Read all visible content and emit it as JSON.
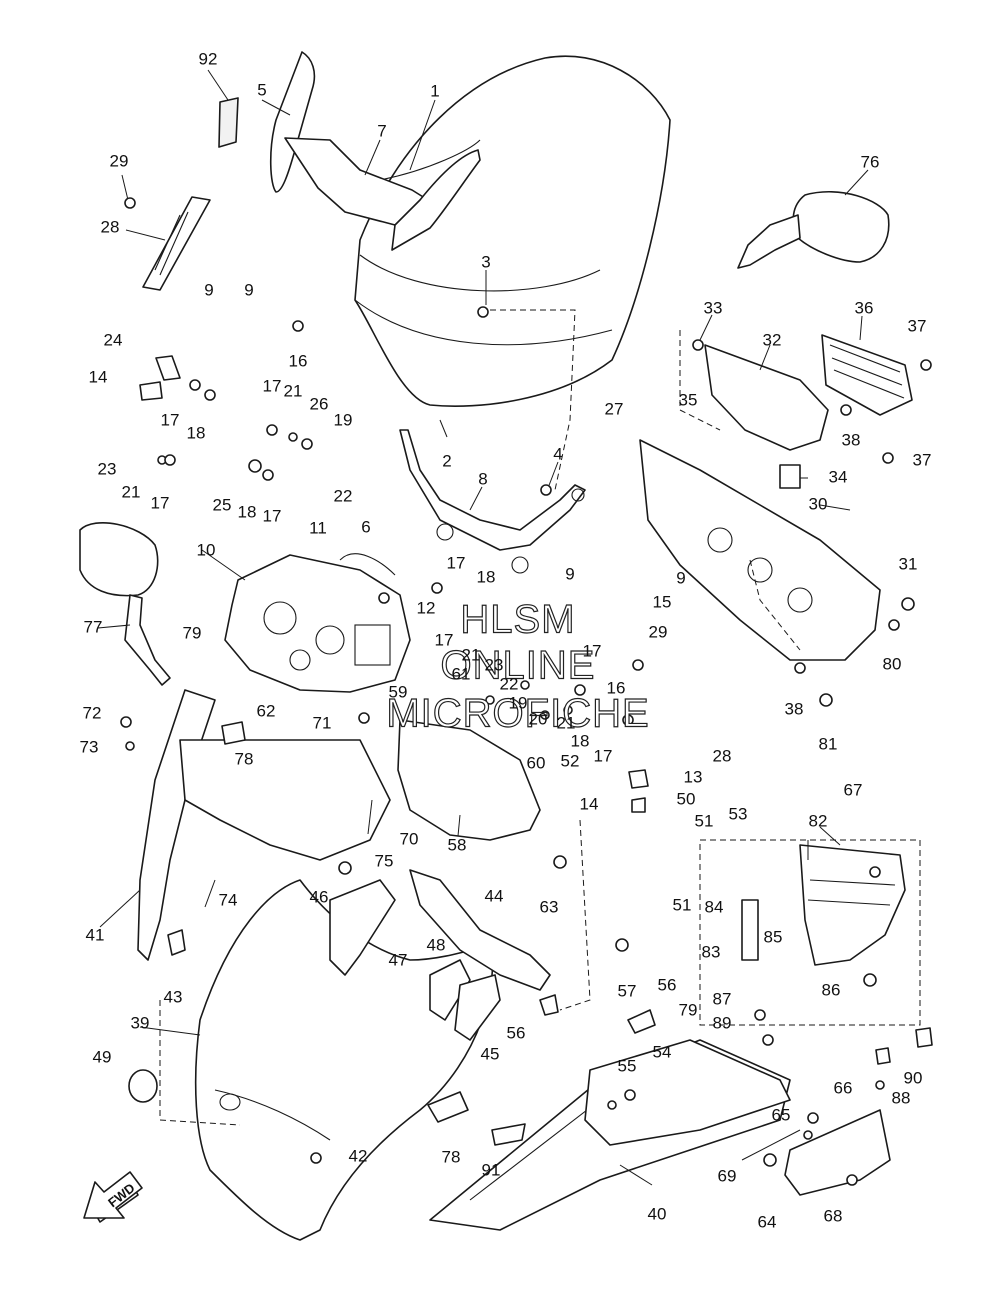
{
  "watermark": [
    "HLSM",
    "ONLINE",
    "MICROFICHE"
  ],
  "fwd_label": "FWD",
  "callouts": [
    {
      "id": "c92",
      "label": "92"
    },
    {
      "id": "c5",
      "label": "5"
    },
    {
      "id": "c1",
      "label": "1"
    },
    {
      "id": "c7",
      "label": "7"
    },
    {
      "id": "c29a",
      "label": "29"
    },
    {
      "id": "c28a",
      "label": "28"
    },
    {
      "id": "c76",
      "label": "76"
    },
    {
      "id": "c3",
      "label": "3"
    },
    {
      "id": "c9a",
      "label": "9"
    },
    {
      "id": "c9b",
      "label": "9"
    },
    {
      "id": "c16a",
      "label": "16"
    },
    {
      "id": "c24",
      "label": "24"
    },
    {
      "id": "c14a",
      "label": "14"
    },
    {
      "id": "c17a",
      "label": "17"
    },
    {
      "id": "c18a",
      "label": "18"
    },
    {
      "id": "c17b",
      "label": "17"
    },
    {
      "id": "c21a",
      "label": "21"
    },
    {
      "id": "c26",
      "label": "26"
    },
    {
      "id": "c19a",
      "label": "19"
    },
    {
      "id": "c23a",
      "label": "23"
    },
    {
      "id": "c21b",
      "label": "21"
    },
    {
      "id": "c17c",
      "label": "17"
    },
    {
      "id": "c25",
      "label": "25"
    },
    {
      "id": "c18b",
      "label": "18"
    },
    {
      "id": "c17d",
      "label": "17"
    },
    {
      "id": "c22a",
      "label": "22"
    },
    {
      "id": "c2",
      "label": "2"
    },
    {
      "id": "c4",
      "label": "4"
    },
    {
      "id": "c8",
      "label": "8"
    },
    {
      "id": "c33",
      "label": "33"
    },
    {
      "id": "c32",
      "label": "32"
    },
    {
      "id": "c36",
      "label": "36"
    },
    {
      "id": "c37a",
      "label": "37"
    },
    {
      "id": "c35",
      "label": "35"
    },
    {
      "id": "c27",
      "label": "27"
    },
    {
      "id": "c38a",
      "label": "38"
    },
    {
      "id": "c37b",
      "label": "37"
    },
    {
      "id": "c34",
      "label": "34"
    },
    {
      "id": "c30",
      "label": "30"
    },
    {
      "id": "c11",
      "label": "11"
    },
    {
      "id": "c6",
      "label": "6"
    },
    {
      "id": "c10",
      "label": "10"
    },
    {
      "id": "c17e",
      "label": "17"
    },
    {
      "id": "c18c",
      "label": "18"
    },
    {
      "id": "c12",
      "label": "12"
    },
    {
      "id": "c9c",
      "label": "9"
    },
    {
      "id": "c9d",
      "label": "9"
    },
    {
      "id": "c15",
      "label": "15"
    },
    {
      "id": "c31",
      "label": "31"
    },
    {
      "id": "c77",
      "label": "77"
    },
    {
      "id": "c79a",
      "label": "79"
    },
    {
      "id": "c17f",
      "label": "17"
    },
    {
      "id": "c21c",
      "label": "21"
    },
    {
      "id": "c23b",
      "label": "23"
    },
    {
      "id": "c61",
      "label": "61"
    },
    {
      "id": "c22b",
      "label": "22"
    },
    {
      "id": "c17g",
      "label": "17"
    },
    {
      "id": "c16b",
      "label": "16"
    },
    {
      "id": "c29b",
      "label": "29"
    },
    {
      "id": "c80",
      "label": "80"
    },
    {
      "id": "c38b",
      "label": "38"
    },
    {
      "id": "c59",
      "label": "59"
    },
    {
      "id": "c19b",
      "label": "19"
    },
    {
      "id": "c72",
      "label": "72"
    },
    {
      "id": "c62",
      "label": "62"
    },
    {
      "id": "c71",
      "label": "71"
    },
    {
      "id": "c20",
      "label": "20"
    },
    {
      "id": "c21d",
      "label": "21"
    },
    {
      "id": "c18d",
      "label": "18"
    },
    {
      "id": "c17h",
      "label": "17"
    },
    {
      "id": "c81",
      "label": "81"
    },
    {
      "id": "c73",
      "label": "73"
    },
    {
      "id": "c78a",
      "label": "78"
    },
    {
      "id": "c28b",
      "label": "28"
    },
    {
      "id": "c60",
      "label": "60"
    },
    {
      "id": "c52",
      "label": "52"
    },
    {
      "id": "c13",
      "label": "13"
    },
    {
      "id": "c14b",
      "label": "14"
    },
    {
      "id": "c50",
      "label": "50"
    },
    {
      "id": "c67",
      "label": "67"
    },
    {
      "id": "c51a",
      "label": "51"
    },
    {
      "id": "c53",
      "label": "53"
    },
    {
      "id": "c82",
      "label": "82"
    },
    {
      "id": "c70",
      "label": "70"
    },
    {
      "id": "c58",
      "label": "58"
    },
    {
      "id": "c75",
      "label": "75"
    },
    {
      "id": "c74",
      "label": "74"
    },
    {
      "id": "c63",
      "label": "63"
    },
    {
      "id": "c46",
      "label": "46"
    },
    {
      "id": "c44",
      "label": "44"
    },
    {
      "id": "c84",
      "label": "84"
    },
    {
      "id": "c85",
      "label": "85"
    },
    {
      "id": "c51b",
      "label": "51"
    },
    {
      "id": "c41",
      "label": "41"
    },
    {
      "id": "c48",
      "label": "48"
    },
    {
      "id": "c83",
      "label": "83"
    },
    {
      "id": "c47",
      "label": "47"
    },
    {
      "id": "c43",
      "label": "43"
    },
    {
      "id": "c86",
      "label": "86"
    },
    {
      "id": "c57",
      "label": "57"
    },
    {
      "id": "c56a",
      "label": "56"
    },
    {
      "id": "c87",
      "label": "87"
    },
    {
      "id": "c56b",
      "label": "56"
    },
    {
      "id": "c79b",
      "label": "79"
    },
    {
      "id": "c39",
      "label": "39"
    },
    {
      "id": "c45",
      "label": "45"
    },
    {
      "id": "c89",
      "label": "89"
    },
    {
      "id": "c54",
      "label": "54"
    },
    {
      "id": "c49",
      "label": "49"
    },
    {
      "id": "c55",
      "label": "55"
    },
    {
      "id": "c90",
      "label": "90"
    },
    {
      "id": "c66",
      "label": "66"
    },
    {
      "id": "c88",
      "label": "88"
    },
    {
      "id": "c42",
      "label": "42"
    },
    {
      "id": "c78b",
      "label": "78"
    },
    {
      "id": "c65",
      "label": "65"
    },
    {
      "id": "c91",
      "label": "91"
    },
    {
      "id": "c69",
      "label": "69"
    },
    {
      "id": "c40",
      "label": "40"
    },
    {
      "id": "c64",
      "label": "64"
    },
    {
      "id": "c68",
      "label": "68"
    }
  ]
}
